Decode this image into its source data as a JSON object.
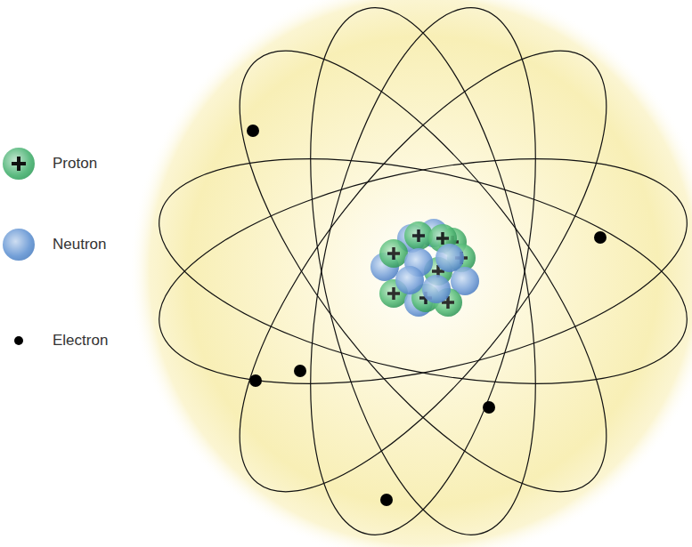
{
  "diagram": {
    "legend": [
      {
        "text": "Proton",
        "color": "#3fae6a"
      },
      {
        "text": "Neutron",
        "color": "#5b8fd1"
      },
      {
        "text": "Electron",
        "color": "#000000"
      }
    ]
  }
}
